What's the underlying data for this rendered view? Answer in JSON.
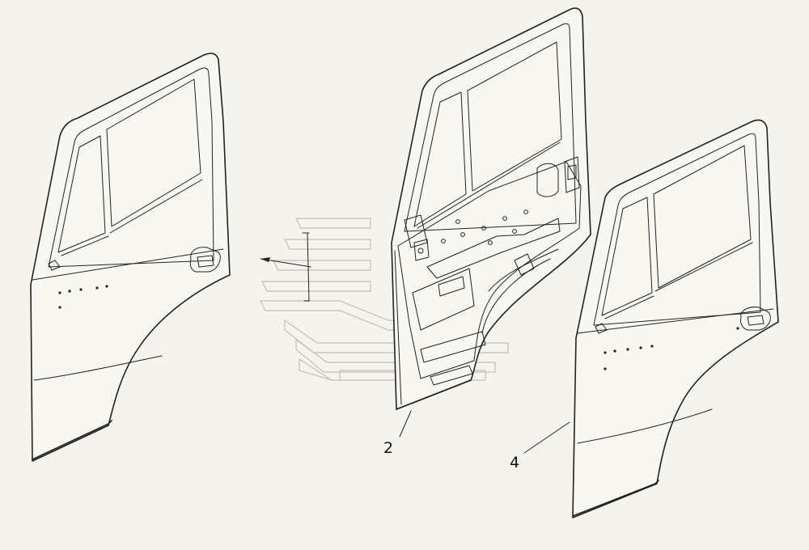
{
  "callouts": [
    {
      "id": "2",
      "label": "2"
    },
    {
      "id": "4",
      "label": "4"
    }
  ],
  "colors": {
    "background": "#f4f3ee",
    "line": "#222222",
    "watermark": "#c9c7bd"
  }
}
